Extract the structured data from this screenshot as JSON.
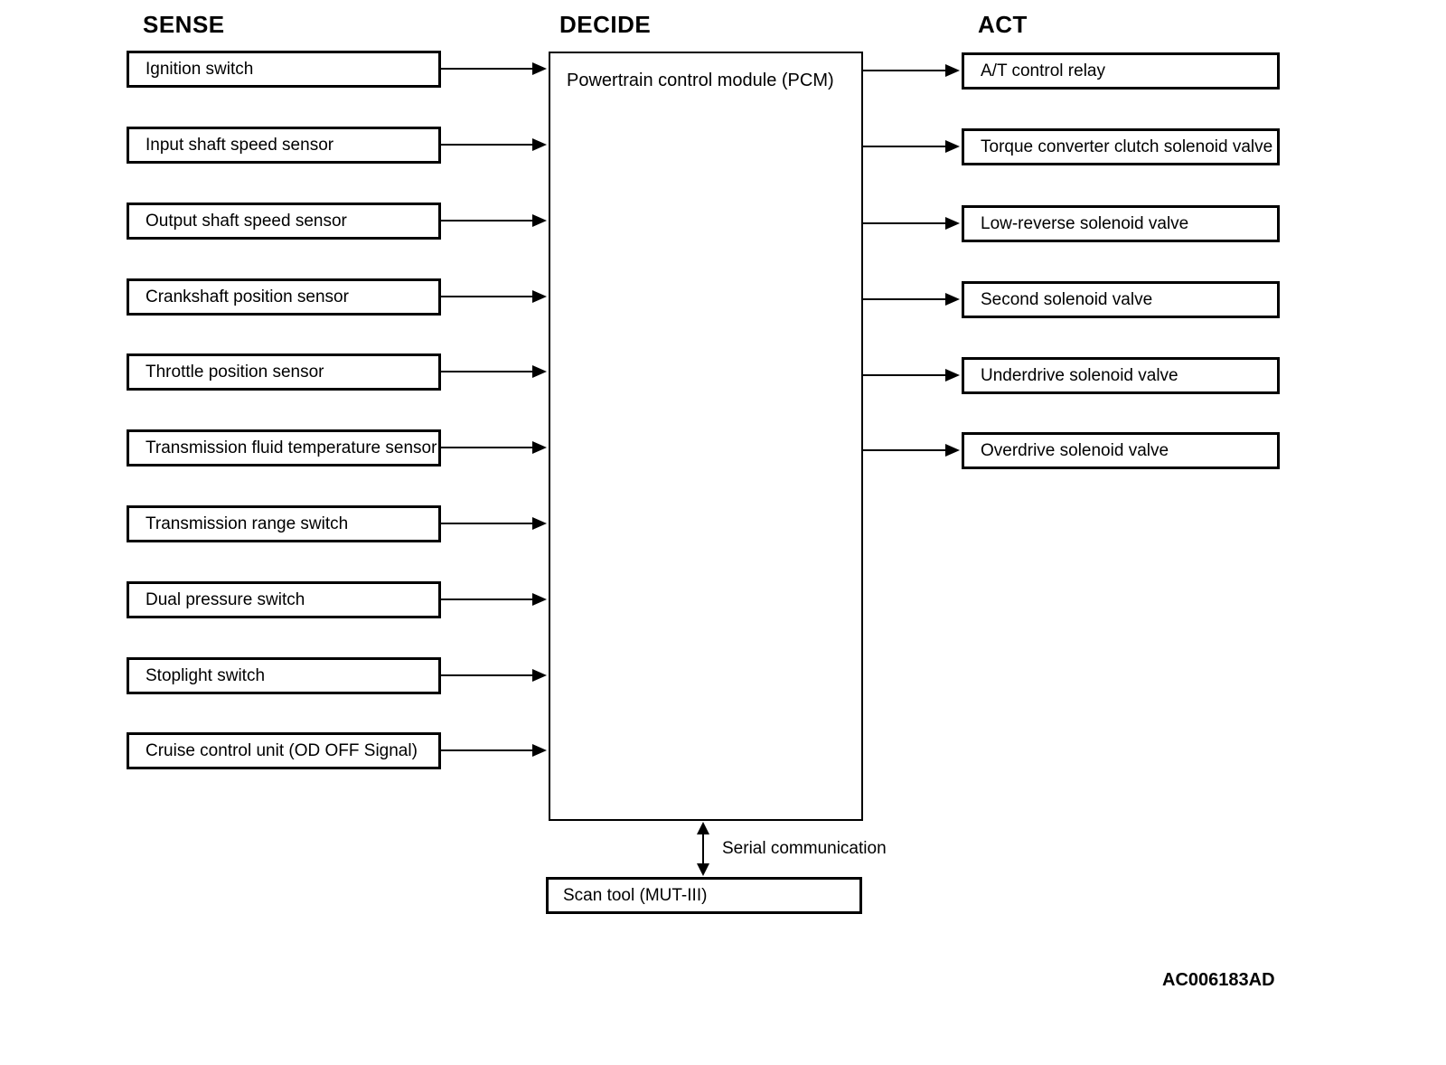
{
  "headers": {
    "sense": "SENSE",
    "decide": "DECIDE",
    "act": "ACT"
  },
  "sense": {
    "boxes": [
      "Ignition switch",
      "Input shaft speed sensor",
      "Output shaft speed sensor",
      "Crankshaft position sensor",
      "Throttle position sensor",
      "Transmission fluid temperature sensor",
      "Transmission range switch",
      "Dual pressure switch",
      "Stoplight switch",
      "Cruise control unit (OD OFF Signal)"
    ]
  },
  "decide": {
    "pcm_label": "Powertrain control module (PCM)",
    "serial_label": "Serial communication",
    "scan_tool_label": "Scan tool (MUT-III)"
  },
  "act": {
    "boxes": [
      "A/T control relay",
      "Torque converter clutch solenoid valve",
      "Low-reverse solenoid valve",
      "Second solenoid valve",
      "Underdrive solenoid valve",
      "Overdrive solenoid valve"
    ]
  },
  "footer": {
    "figure_code": "AC006183AD"
  },
  "colors": {
    "line": "#000000",
    "background": "#ffffff"
  }
}
